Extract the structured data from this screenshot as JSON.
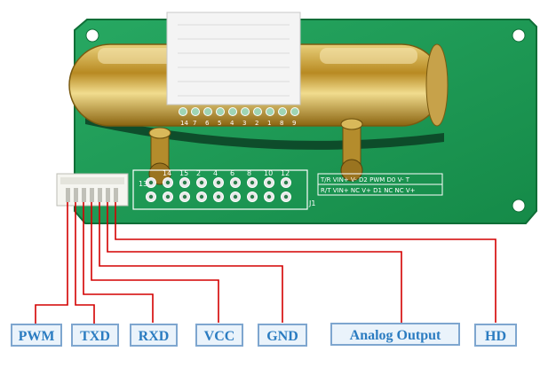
{
  "pins": [
    {
      "label": "PWM"
    },
    {
      "label": "TXD"
    },
    {
      "label": "RXD"
    },
    {
      "label": "VCC"
    },
    {
      "label": "GND"
    },
    {
      "label": "Analog Output"
    },
    {
      "label": "HD"
    }
  ],
  "silkscreen": {
    "header_top": [
      "14",
      "15",
      "2",
      "4",
      "6",
      "8",
      "10",
      "12"
    ],
    "header_left": "13",
    "header_name": "J1",
    "connector_table_row1": "T/R VIN+ V- D2 PWM D0 V- T",
    "connector_table_row2": "R/T VIN+ NC V+ D1 NC NC V+",
    "sensor_pins": [
      "14",
      "7",
      "6",
      "5",
      "4",
      "3",
      "2",
      "1",
      "8",
      "9"
    ]
  },
  "colors": {
    "pcb": "#1c9a55",
    "pcb_edge": "#127a40",
    "gold": "#c9a43a",
    "wire": "#d40000",
    "label_border": "#7ea6cf",
    "label_text": "#2b7cc1"
  }
}
